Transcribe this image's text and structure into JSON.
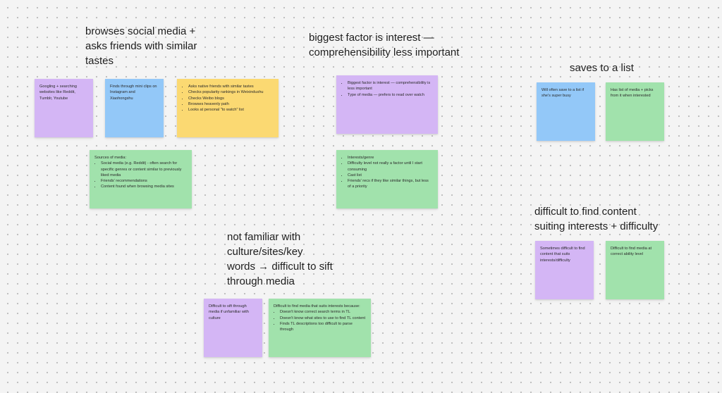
{
  "colors": {
    "purple": "#d4b6f5",
    "blue": "#93c8f8",
    "yellow": "#fbd972",
    "green": "#a1e2ac"
  },
  "headings": {
    "h1": "browses social media + asks friends with similar tastes",
    "h2": "biggest factor is interest — comprehensibility less important",
    "h3": "saves to a list",
    "h4": "difficult to find content suiting interests + difficulty",
    "h5": "not familiar with culture/sites/key words → difficult to sift through media"
  },
  "notes": {
    "n1": {
      "text": "Googling + searching websites like Reddit, Tumblr, Youtube"
    },
    "n2": {
      "text": "Finds through mini clips on Instagram and Xiaohongshu"
    },
    "n3": {
      "items": [
        "Asks native friends with similar tastes",
        "Checks popularity rankings in Weixindushu",
        "Checks Weibo blogs",
        "Browses heavenly path",
        "Looks at personal \"to watch\" list"
      ]
    },
    "n4": {
      "lead": "Sources of media:",
      "items": [
        "Social media (e.g. Reddit) - often search for specific genres or content similar to previously liked media",
        "Friends' recommendations",
        "Content found when browsing media sites"
      ]
    },
    "n5": {
      "items": [
        "Biggest factor is interest — comprehensibility is less important",
        "Type of media — prefers to read over watch"
      ]
    },
    "n6": {
      "items": [
        "Interests/genre",
        "Difficulty level not really a factor until I start consuming",
        "Cast list",
        "Friends' recs if they like similar things, but less of a priority"
      ]
    },
    "n7": {
      "text": "Will often save to a list if she's super busy"
    },
    "n8": {
      "text": "Has list of media + picks from it when interested"
    },
    "n9": {
      "text": "Sometimes difficult to find content that suits interests/difficulty"
    },
    "n10": {
      "text": "Difficult to find media at correct ability level"
    },
    "n11": {
      "text": "Difficult to sift through media if unfamiliar with culture"
    },
    "n12": {
      "lead": "Difficult to find media that suits interests because:",
      "items": [
        "Doesn't know correct search terms in TL",
        "Doesn't know what sites to use to find TL content",
        "Finds TL descriptions too difficult to parse through"
      ]
    }
  }
}
